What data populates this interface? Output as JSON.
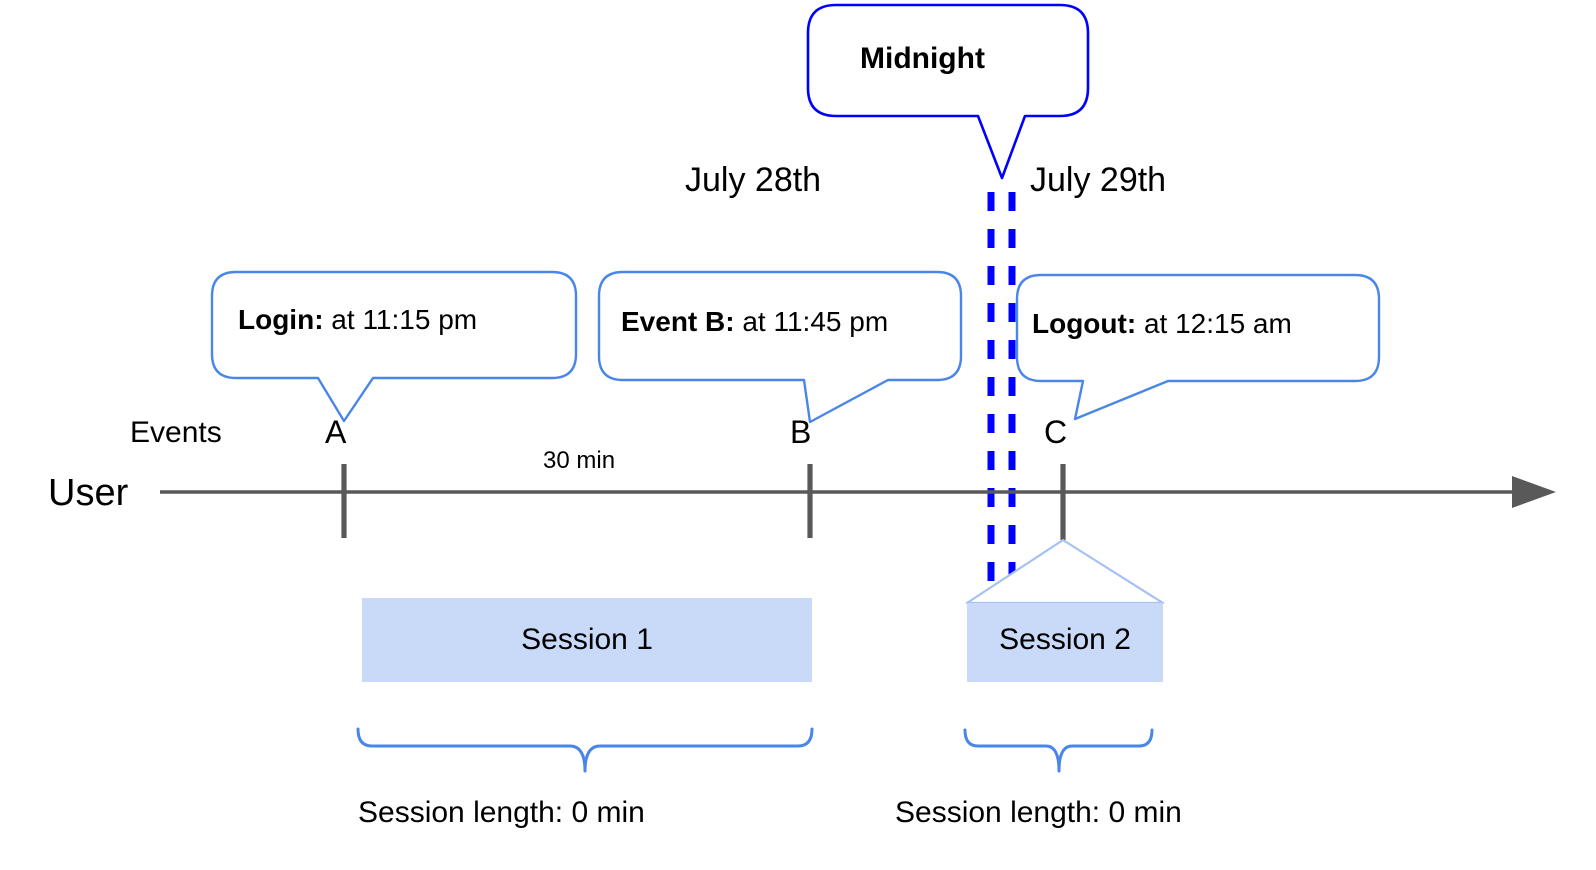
{
  "diagram": {
    "title_callout": {
      "label": "Midnight",
      "border_color": "#0000ff"
    },
    "dates": [
      {
        "label": "July 28th"
      },
      {
        "label": "July 29th"
      }
    ],
    "lane_labels": {
      "events": "Events",
      "user": "User"
    },
    "event_callouts": [
      {
        "id": "A",
        "bold": "Login:",
        "rest": " at 11:15 pm",
        "marker": "A"
      },
      {
        "id": "B",
        "bold": "Event B:",
        "rest": " at 11:45 pm",
        "marker": "B"
      },
      {
        "id": "C",
        "bold": "Logout:",
        "rest": " at 12:15 am",
        "marker": "C"
      }
    ],
    "interval_label": "30 min",
    "sessions": [
      {
        "name": "Session 1",
        "length_label": "Session length: 0 min"
      },
      {
        "name": "Session 2",
        "length_label": "Session length: 0 min"
      }
    ],
    "colors": {
      "callout_border": "#4a86e8",
      "midnight_border": "#0000ff",
      "midnight_dash": "#0000ff",
      "session_fill": "#c9daf8",
      "axis": "#595959",
      "tick": "#595959",
      "brace": "#4a86e8",
      "text": "#000000"
    }
  }
}
